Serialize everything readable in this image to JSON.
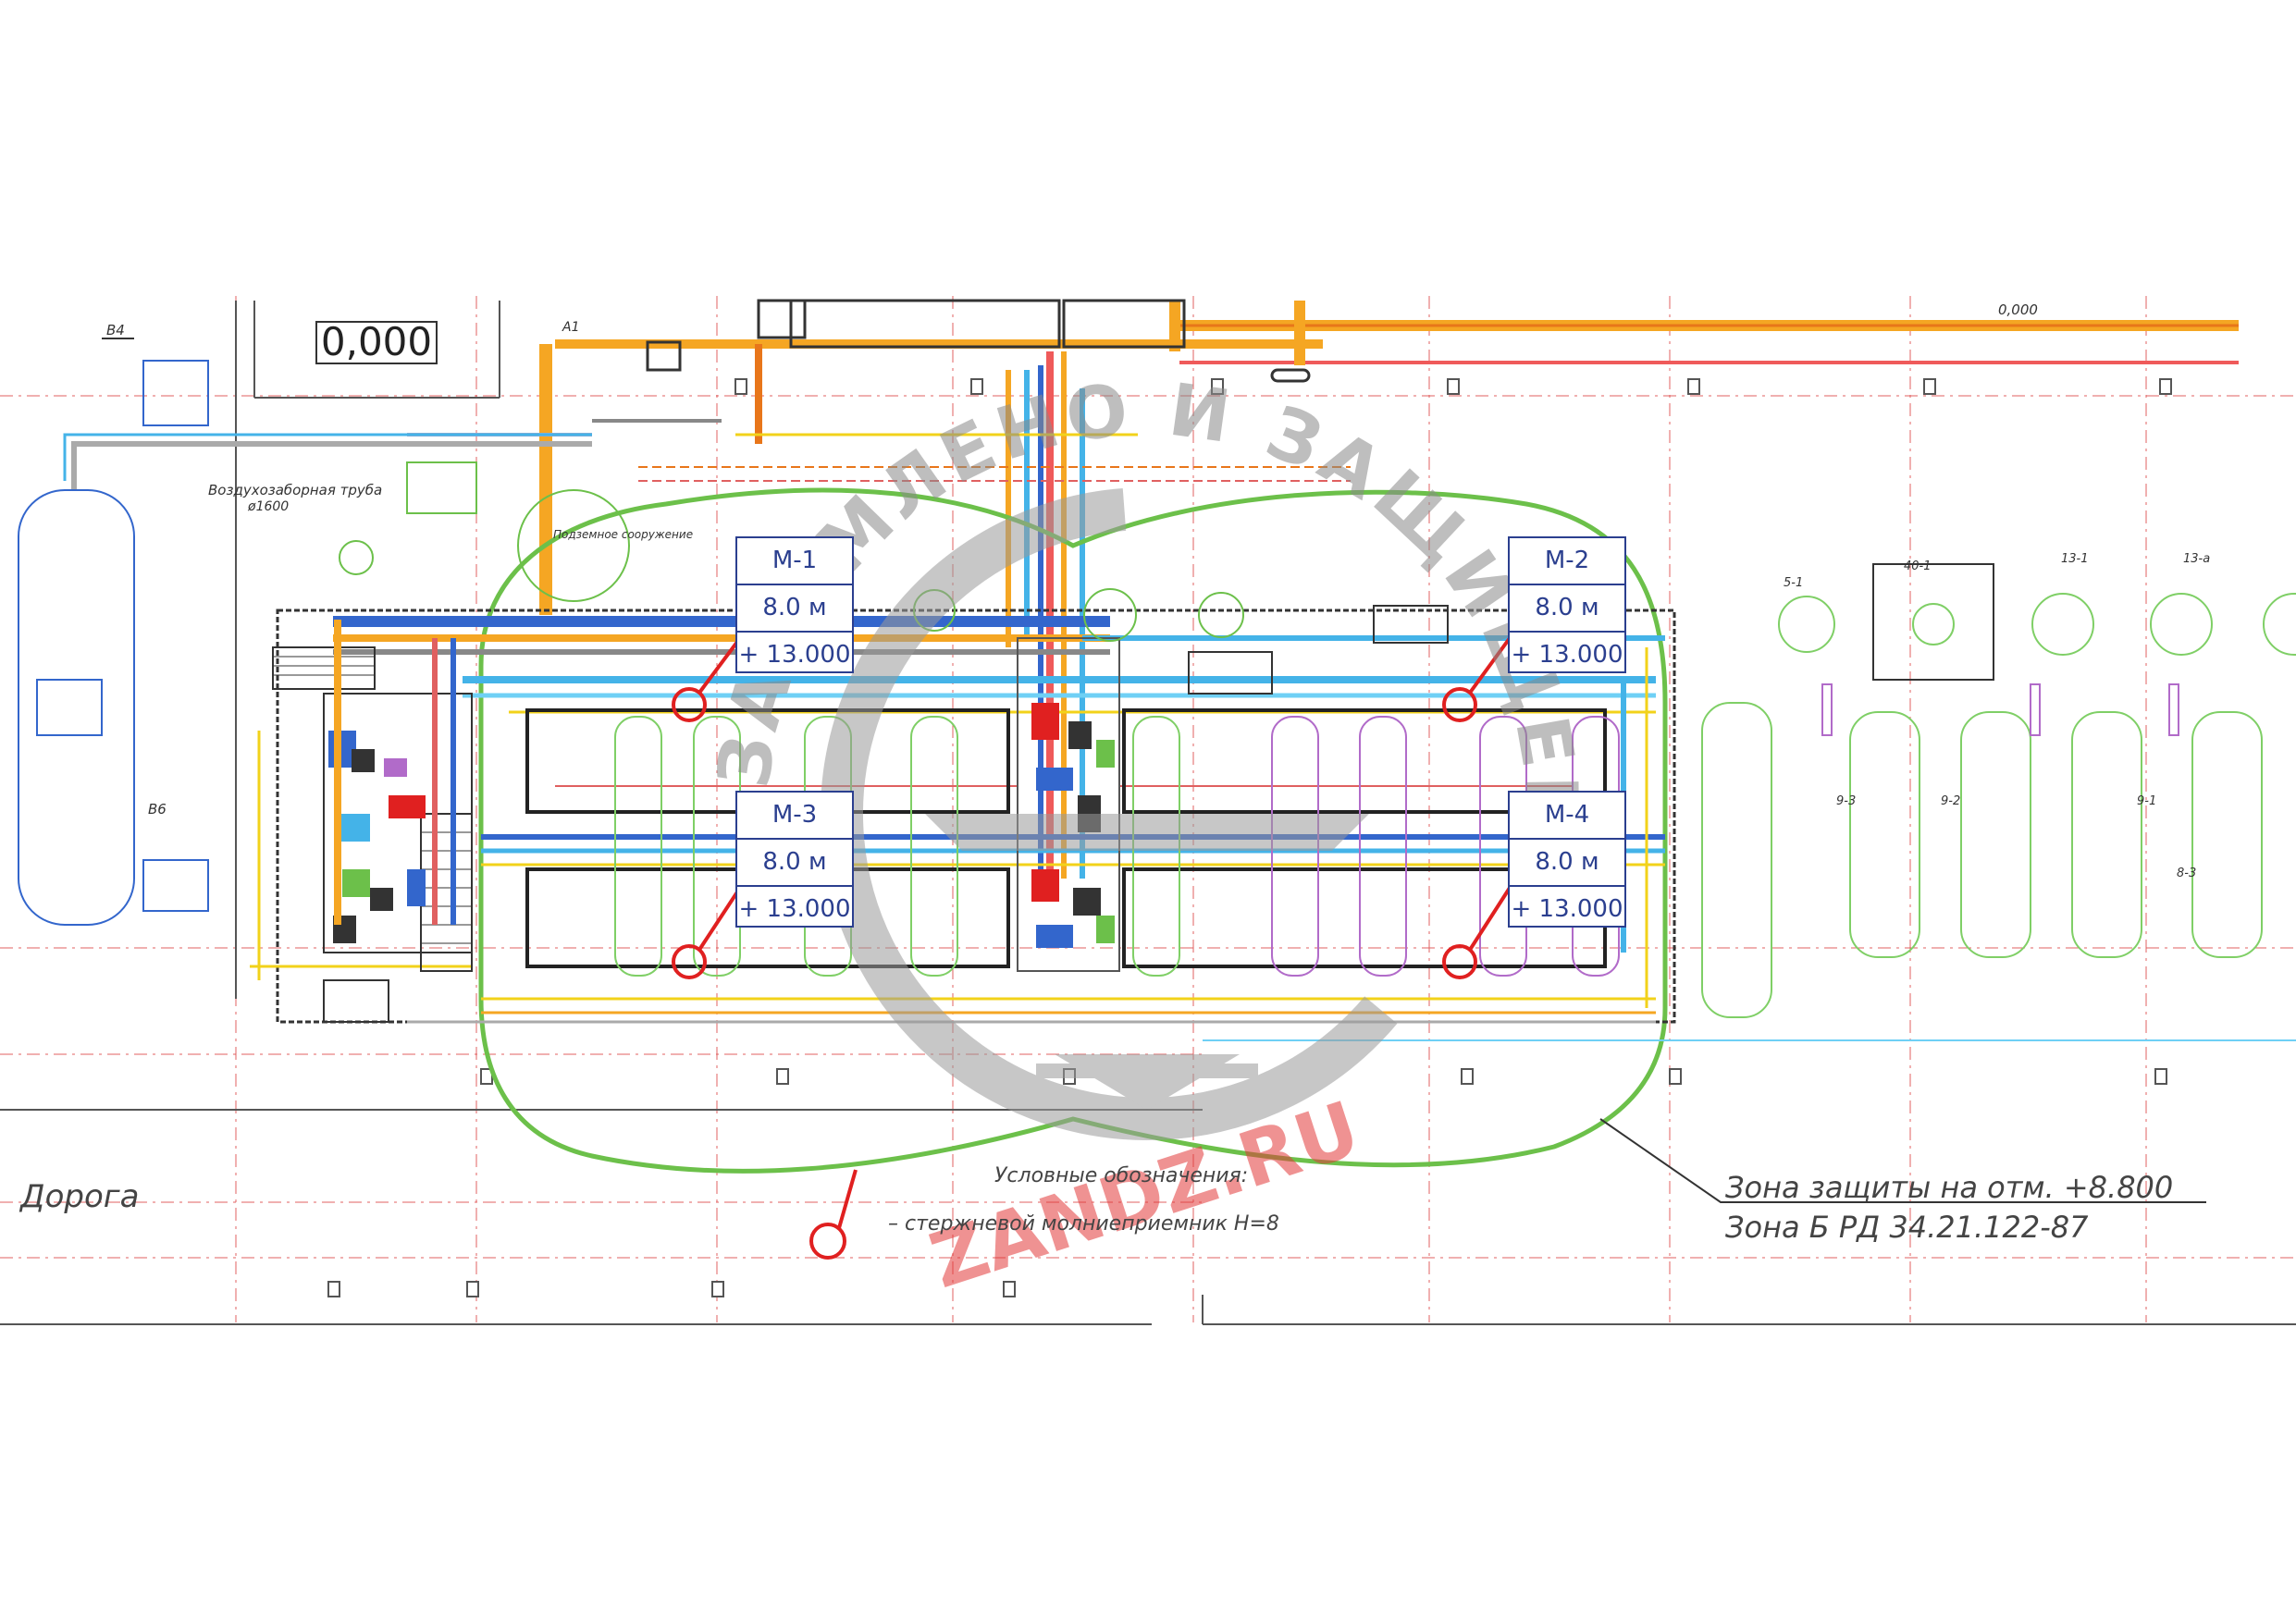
{
  "level_box": "0,000",
  "tags": {
    "b4": "В4",
    "b6": "В6",
    "a1": "А1",
    "level_right": "0,000",
    "air_pipe": "Воздухозаборная труба",
    "air_pipe_dia": "ø1600",
    "underground": "Подземное сооружение",
    "t5_1": "5-1",
    "t40_1": "40-1",
    "t13_1": "13-1",
    "t13_a": "13-а",
    "t9_3": "9-3",
    "t9_2": "9-2",
    "t9_1": "9-1",
    "t8_3": "8-3"
  },
  "masts": [
    {
      "id": "М-1",
      "height": "8.0 м",
      "elevation": "+ 13.000"
    },
    {
      "id": "М-2",
      "height": "8.0 м",
      "elevation": "+ 13.000"
    },
    {
      "id": "М-3",
      "height": "8.0 м",
      "elevation": "+ 13.000"
    },
    {
      "id": "М-4",
      "height": "8.0 м",
      "elevation": "+ 13.000"
    }
  ],
  "road_label": "Дорога",
  "legend": {
    "title": "Условные обозначения:",
    "item": "–   стержневой молниеприемник Н=8"
  },
  "zone_note": {
    "line1": "Зона защиты на отм. +8.800",
    "line2": "Зона Б РД 34.21.122-87"
  },
  "watermark": {
    "arc_text": "ЗАЗЕМЛЕНО И ЗАЩИЩЕНО",
    "site": "ZANDZ.RU"
  },
  "colors": {
    "grid_red": "#e06060",
    "pipe_orange": "#f5a623",
    "pipe_blue": "#3366cc",
    "pipe_lightblue": "#44b3e8",
    "zone_green": "#6cc04a",
    "tank_green": "#7fcf66",
    "tank_purple": "#b16bc9",
    "mast_red": "#e02020",
    "box_blue": "#2b3f8f",
    "watermark_gray": "#9a9a9a",
    "watermark_red": "#e23a3a"
  }
}
